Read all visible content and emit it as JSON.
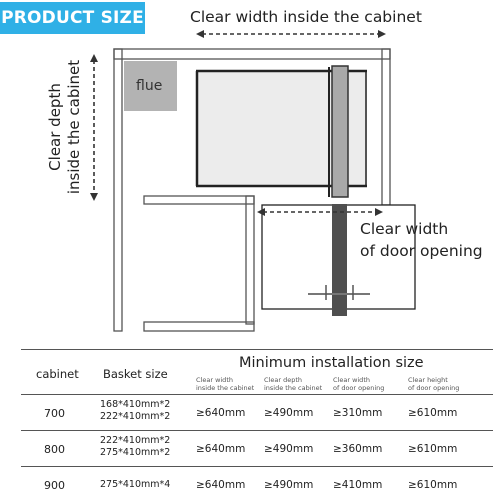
{
  "badge": "PRODUCT SIZE",
  "labels": {
    "clear_width_cabinet": "Clear width inside the cabinet",
    "clear_depth_line1": "Clear depth",
    "clear_depth_line2": "inside the cabinet",
    "door_line1": "Clear width",
    "door_line2": "of door opening",
    "flue": "flue"
  },
  "table": {
    "title": "Minimum installation size",
    "col_cabinet": "cabinet",
    "col_basket": "Basket size",
    "sub_headers": [
      [
        "Clear width",
        "inside the cabinet"
      ],
      [
        "Clear depth",
        "inside the cabinet"
      ],
      [
        "Clear width",
        "of door opening"
      ],
      [
        "Clear height",
        "of door opening"
      ]
    ],
    "rows": [
      {
        "cabinet": "700",
        "basket1": "168*410mm*2",
        "basket2": "222*410mm*2",
        "w": "≥640mm",
        "d": "≥490mm",
        "door_w": "≥310mm",
        "door_h": "≥610mm"
      },
      {
        "cabinet": "800",
        "basket1": "222*410mm*2",
        "basket2": "275*410mm*2",
        "w": "≥640mm",
        "d": "≥490mm",
        "door_w": "≥360mm",
        "door_h": "≥610mm"
      },
      {
        "cabinet": "900",
        "basket1": "275*410mm*4",
        "basket2": "",
        "w": "≥640mm",
        "d": "≥490mm",
        "door_w": "≥410mm",
        "door_h": "≥610mm"
      }
    ]
  }
}
